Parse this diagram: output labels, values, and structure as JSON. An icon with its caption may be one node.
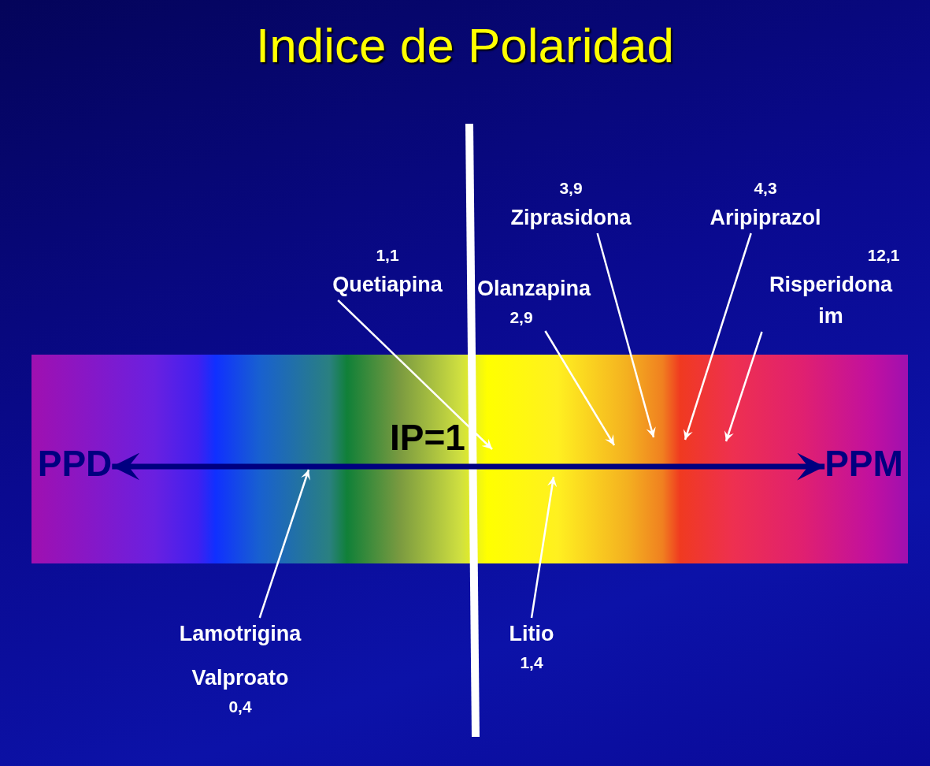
{
  "diagram": {
    "title": "Indice de Polaridad",
    "nodes": [
      {
        "text": [
          "Ziprasidona"
        ],
        "beside": [
          "3,9"
        ]
      },
      {
        "text": [
          "Aripiprazol"
        ],
        "beside": [
          "4,3"
        ]
      },
      {
        "text": [
          "Quetiapina"
        ],
        "beside": [
          "1,1"
        ]
      },
      {
        "text": [
          "Olanzapina"
        ],
        "beside": [
          "2,9"
        ]
      },
      {
        "text": [
          "Risperidona im"
        ],
        "beside": [
          "12,1"
        ]
      },
      {
        "text": [
          "PPD"
        ]
      },
      {
        "text": [
          "PPM"
        ]
      },
      {
        "text": [
          "Lamotrigina",
          "Valproato"
        ],
        "beside": [
          "0,4"
        ]
      },
      {
        "text": [
          "Litio"
        ],
        "beside": [
          "1,4"
        ]
      }
    ],
    "edges": [
      {
        "from": 2,
        "to": null,
        "arrow": "to"
      },
      {
        "from": 3,
        "to": null,
        "arrow": "to"
      },
      {
        "from": 0,
        "to": null,
        "arrow": "to"
      },
      {
        "from": 1,
        "to": null,
        "arrow": "to"
      },
      {
        "from": 4,
        "to": null,
        "arrow": "to"
      },
      {
        "from": 5,
        "to": 6,
        "arrow": "both",
        "style": "thick",
        "color": "#000080"
      },
      {
        "from": 7,
        "to": null,
        "arrow": "to"
      },
      {
        "from": 8,
        "to": null,
        "arrow": "to"
      }
    ],
    "labels": [
      "IP=1"
    ]
  }
}
